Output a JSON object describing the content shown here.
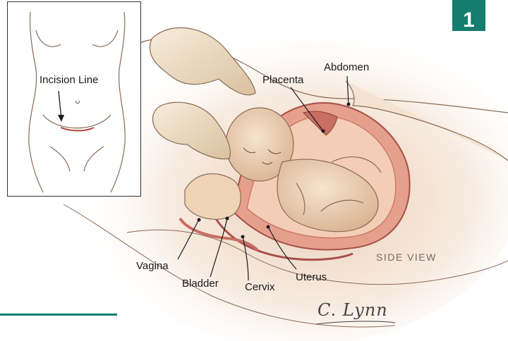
{
  "figure_number": "1",
  "inset": {
    "label": "Incision Line"
  },
  "labels": {
    "abdomen": "Abdomen",
    "placenta": "Placenta",
    "vagina": "Vagina",
    "bladder": "Bladder",
    "cervix": "Cervix",
    "uterus": "Uterus",
    "side_view": "SIDE VIEW"
  },
  "signature": "C. Lynn",
  "colors": {
    "accent": "#147d6f",
    "skin": "#e9c7a4",
    "uterus_wall": "#c96e62",
    "uterus_inner": "#e59f8d",
    "line": "#8a6a55",
    "incision": "#b0412f"
  }
}
